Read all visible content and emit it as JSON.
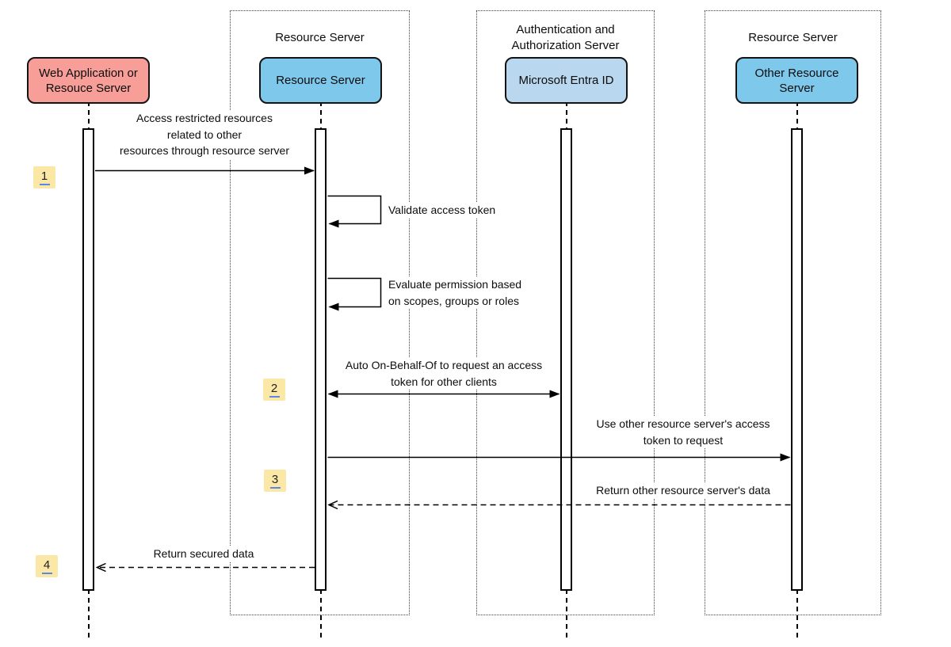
{
  "diagram": {
    "type": "sequence-diagram",
    "groups": [
      {
        "label_lines": [
          "Resource Server"
        ]
      },
      {
        "label_lines": [
          "Authentication and",
          "Authorization Server"
        ]
      },
      {
        "label_lines": [
          "Resource Server"
        ]
      }
    ],
    "participants": [
      {
        "lines": [
          "Web Application or",
          "Resouce Server"
        ],
        "fill": "#f89e99"
      },
      {
        "lines": [
          "Resource Server"
        ],
        "fill": "#7ec8ec"
      },
      {
        "lines": [
          "Microsoft Entra ID"
        ],
        "fill": "#b9d7ee"
      },
      {
        "lines": [
          "Other Resource",
          "Server"
        ],
        "fill": "#7ec8ec"
      }
    ],
    "messages": [
      {
        "step": "1",
        "from": "Web Application or Resouce Server",
        "to": "Resource Server",
        "kind": "solid",
        "lines": [
          "Access restricted resources",
          "related to other",
          "resources through resource server"
        ]
      },
      {
        "from": "Resource Server",
        "to": "Resource Server",
        "kind": "self",
        "lines": [
          "Validate access token"
        ]
      },
      {
        "from": "Resource Server",
        "to": "Resource Server",
        "kind": "self",
        "lines": [
          "Evaluate permission based",
          "on scopes, groups or roles"
        ]
      },
      {
        "step": "2",
        "from": "Resource Server",
        "to": "Microsoft Entra ID",
        "kind": "solid-bidirectional",
        "lines": [
          "Auto On-Behalf-Of to request an access",
          "token for other clients"
        ]
      },
      {
        "step": "3",
        "from": "Resource Server",
        "to": "Other Resource Server",
        "kind": "solid",
        "lines": [
          "Use other resource server's access",
          "token to request"
        ]
      },
      {
        "from": "Other Resource Server",
        "to": "Resource Server",
        "kind": "dashed-return",
        "lines": [
          "Return other resource server's data"
        ]
      },
      {
        "step": "4",
        "from": "Resource Server",
        "to": "Web Application or Resouce Server",
        "kind": "dashed-return",
        "lines": [
          "Return secured data"
        ]
      }
    ],
    "badges": [
      "1",
      "2",
      "3",
      "4"
    ],
    "colors": {
      "participant_red": "#f89e99",
      "participant_blue": "#7ec8ec",
      "participant_light_blue": "#b9d7ee",
      "badge_bg": "#fce8a6",
      "badge_underline": "#5b87e5",
      "line": "#000000"
    }
  }
}
